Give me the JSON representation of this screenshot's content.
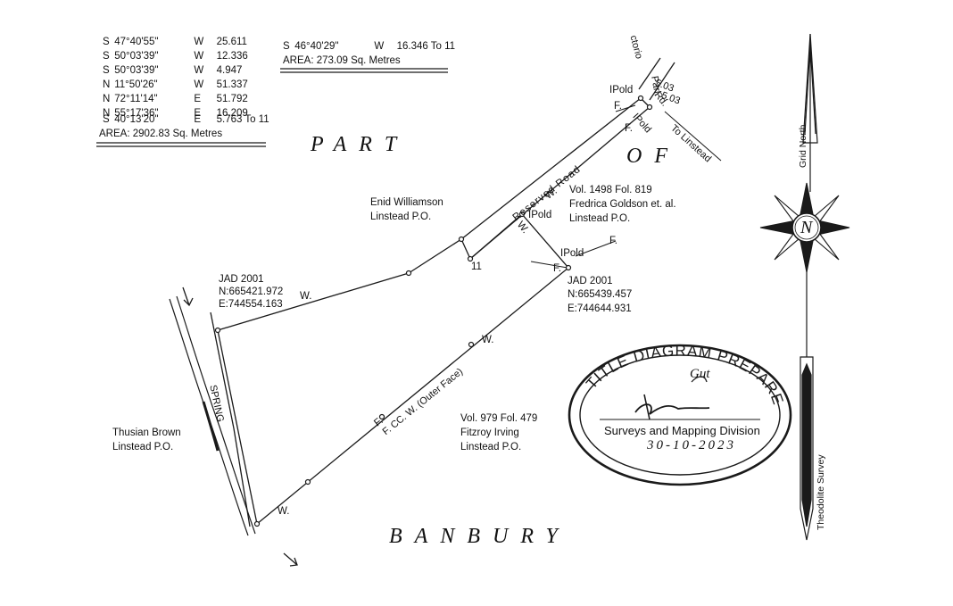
{
  "left_table": {
    "rows": [
      {
        "d1": "S",
        "angle": "47°40'55\"",
        "d2": "W",
        "dist": "25.611"
      },
      {
        "d1": "S",
        "angle": "50°03'39\"",
        "d2": "W",
        "dist": "12.336"
      },
      {
        "d1": "S",
        "angle": "50°03'39\"",
        "d2": "W",
        "dist": "4.947"
      },
      {
        "d1": "N",
        "angle": "11°50'26\"",
        "d2": "W",
        "dist": "51.337"
      },
      {
        "d1": "N",
        "angle": "72°11'14\"",
        "d2": "E",
        "dist": "51.792"
      },
      {
        "d1": "N",
        "angle": "55°17'36\"",
        "d2": "E",
        "dist": "16.209"
      },
      {
        "d1": "S",
        "angle": "40°13'20\"",
        "d2": "E",
        "dist": "5.763 To 11"
      }
    ],
    "area": "AREA: 2902.83 Sq. Metres"
  },
  "right_table": {
    "rows": [
      {
        "d1": "S",
        "angle": "46°40'29\"",
        "d2": "W",
        "dist": "16.346 To 11"
      }
    ],
    "area": "AREA: 273.09 Sq. Metres"
  },
  "labels": {
    "part": "PART",
    "of": "OF",
    "banbury": "BANBURY",
    "enid_name": "Enid Williamson",
    "enid_po": "Linstead P.O.",
    "fredrica_vol": "Vol. 1498 Fol. 819",
    "fredrica_name": "Fredrica Goldson et. al.",
    "fredrica_po": "Linstead P.O.",
    "jad_left": "JAD 2001",
    "jad_left_n": "N:665421.972",
    "jad_left_e": "E:744554.163",
    "jad_right": "JAD 2001",
    "jad_right_n": "N:665439.457",
    "jad_right_e": "E:744644.931",
    "fitzroy_vol": "Vol. 979 Fol. 479",
    "fitzroy_name": "Fitzroy Irving",
    "fitzroy_po": "Linstead P.O.",
    "thusian_name": "Thusian Brown",
    "thusian_po": "Linstead P.O.",
    "spring": "SPRING",
    "reserved_road": "Reserved Road",
    "outer_face": "F. CC. W. (Outer Face)",
    "point_11": "11",
    "ipold_1": "IPold",
    "ipold_2": "IPold",
    "ipold_3": "IPold",
    "ipold_4": "IPold",
    "w1": "W.",
    "w2": "W.",
    "w3": "W.",
    "w4": "W.",
    "w5": "W.",
    "f1": "F.",
    "f2": "F.",
    "f3": "F.",
    "f4": "F.",
    "f5": "F.",
    "ctorio": "ctorio",
    "parl": "Parl.",
    "rd": "Rd.",
    "dim1": "5.03",
    "dim2": "5.03",
    "to_linstead": "To Linstead",
    "grid_north": "Grid North",
    "theodolite": "Theodolite Survey",
    "compass_n": "N"
  },
  "stamp": {
    "arc_text": "TITLE DIAGRAM PREPARED BY:",
    "division": "Surveys and Mapping Division",
    "date": "30-10-2023",
    "initials": "Gut"
  }
}
